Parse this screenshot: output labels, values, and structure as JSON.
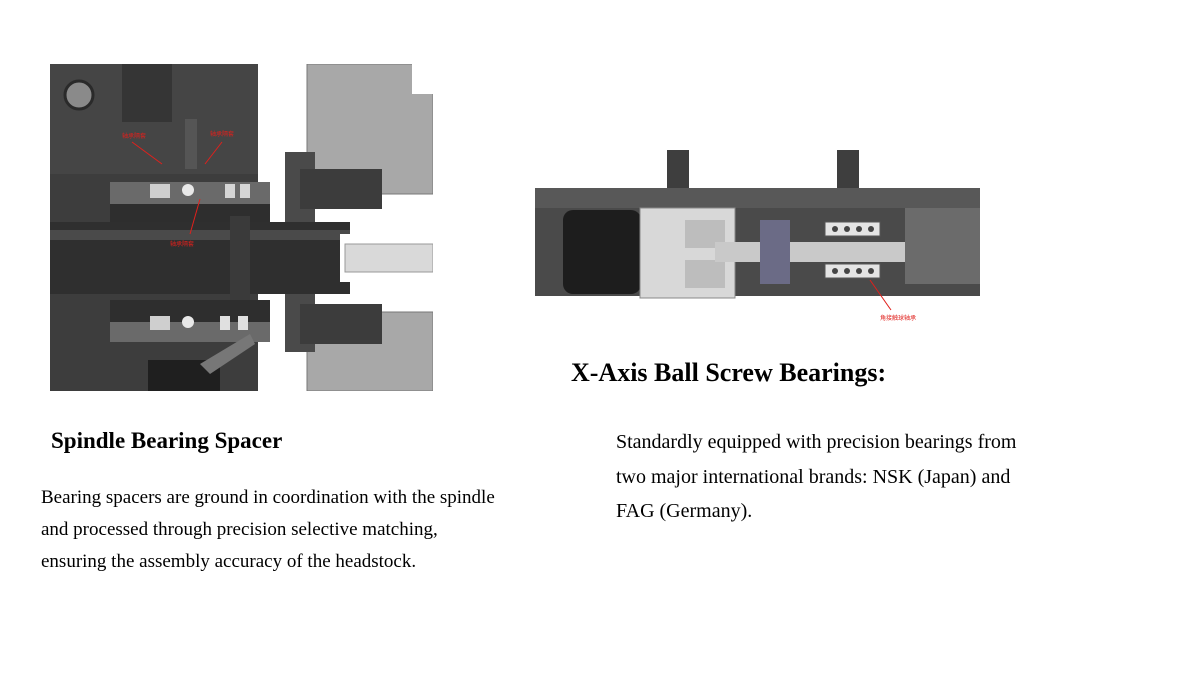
{
  "spindle": {
    "title": "Spindle Bearing Spacer",
    "description": "Bearing spacers are ground in coordination with the spindle and processed through precision selective matching, ensuring the assembly accuracy of the headstock.",
    "diagram_labels": [
      "轴承隔套",
      "轴承隔套",
      "轴承隔套"
    ]
  },
  "xaxis": {
    "title": "X-Axis Ball Screw Bearings:",
    "description": "Standardly equipped with precision bearings from two major international brands: NSK (Japan) and FAG (Germany).",
    "diagram_label": "角接触球轴承"
  },
  "colors": {
    "dark_gray": "#3a3a3a",
    "mid_gray": "#5a5a5a",
    "light_gray": "#a6a6a6",
    "annotation_red": "#e0201c"
  }
}
